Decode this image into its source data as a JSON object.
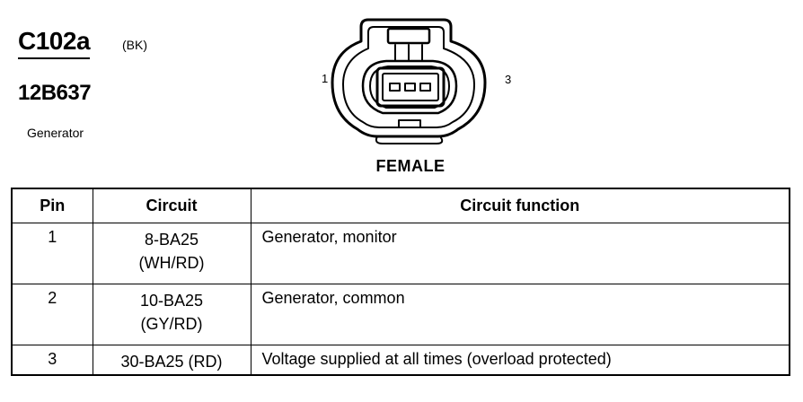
{
  "connector": {
    "id": "C102a",
    "color_code": "(BK)",
    "part_number": "12B637",
    "description": "Generator",
    "gender": "FEMALE",
    "pin_label_left": "1",
    "pin_label_right": "3"
  },
  "table": {
    "headers": [
      "Pin",
      "Circuit",
      "Circuit function"
    ],
    "rows": [
      {
        "pin": "1",
        "circuit_line1": "8-BA25",
        "circuit_line2": "(WH/RD)",
        "function": "Generator, monitor"
      },
      {
        "pin": "2",
        "circuit_line1": "10-BA25",
        "circuit_line2": "(GY/RD)",
        "function": "Generator, common"
      },
      {
        "pin": "3",
        "circuit_line1": "30-BA25 (RD)",
        "circuit_line2": "",
        "function": "Voltage supplied at all times (overload protected)"
      }
    ]
  }
}
